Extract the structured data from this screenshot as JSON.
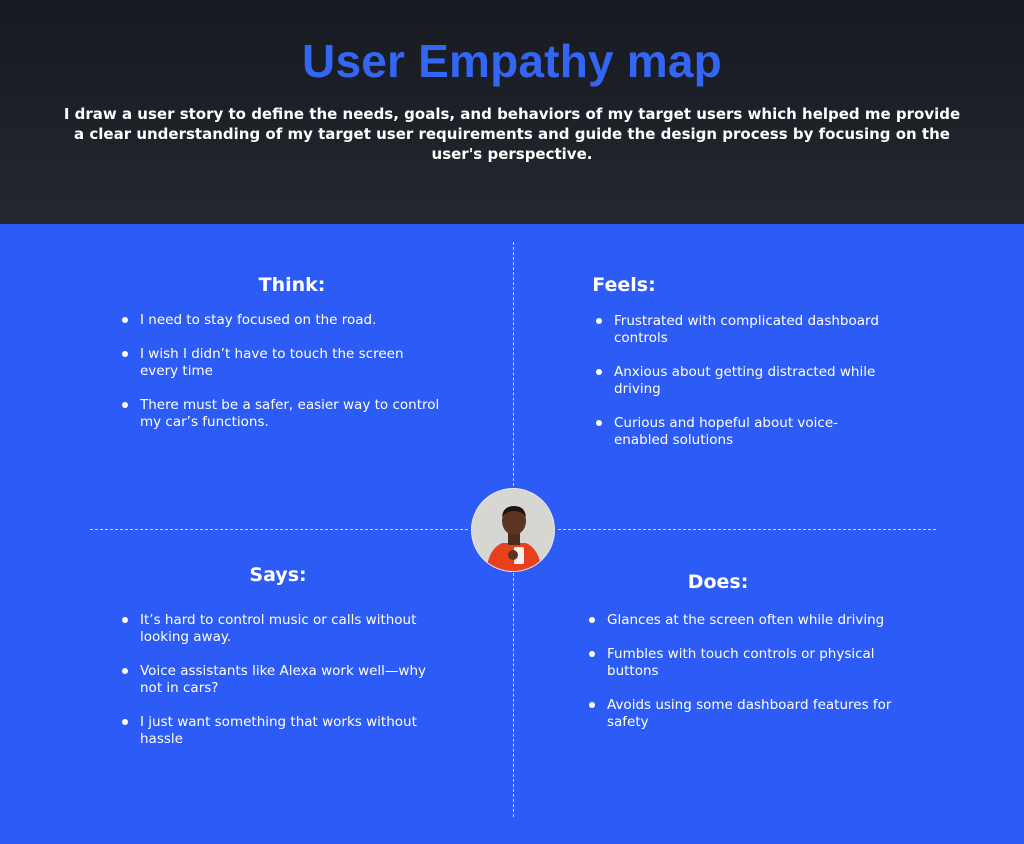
{
  "header": {
    "title": "User Empathy map",
    "subtitle": "I draw a user story to define the needs, goals, and behaviors of my target users which helped me provide a clear understanding of my target user requirements and guide the design process by focusing on the user's perspective."
  },
  "quadrants": {
    "think": {
      "heading": "Think:",
      "items": [
        "I need to stay focused on the road.",
        "I wish I didn’t have to touch the screen every time",
        "There must be a safer, easier way to control my car’s functions."
      ]
    },
    "feels": {
      "heading": "Feels:",
      "items": [
        "Frustrated with complicated dashboard controls",
        "Anxious about getting distracted while driving",
        "Curious and hopeful about voice-enabled solutions"
      ]
    },
    "says": {
      "heading": "Says:",
      "items": [
        "It’s hard to control music or calls without looking away.",
        "Voice assistants like Alexa work well—why not in cars?",
        "I just want something that works without hassle"
      ]
    },
    "does": {
      "heading": "Does:",
      "items": [
        "Glances at the screen often while driving",
        "Fumbles with touch controls or physical buttons",
        "Avoids using some dashboard features for safety"
      ]
    }
  },
  "colors": {
    "header_bg": "#1c1f26",
    "title": "#3366f2",
    "main_bg": "#2d5bf5",
    "text": "#ffffff"
  }
}
